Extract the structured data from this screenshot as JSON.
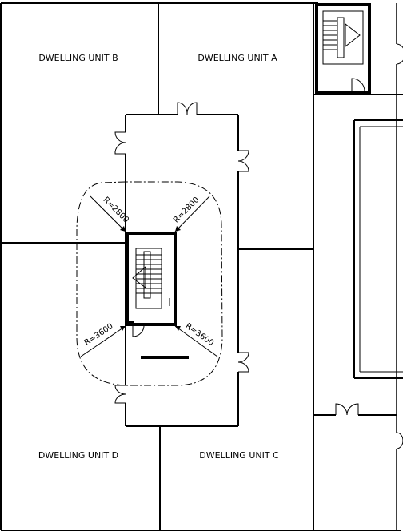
{
  "units": {
    "a": "DWELLING UNIT A",
    "b": "DWELLING UNIT B",
    "c": "DWELLING UNIT C",
    "d": "DWELLING UNIT D"
  },
  "radii": {
    "upper_left": "R=2800",
    "upper_right": "R=2800",
    "lower_left": "R=3600",
    "lower_right": "R=3600"
  }
}
